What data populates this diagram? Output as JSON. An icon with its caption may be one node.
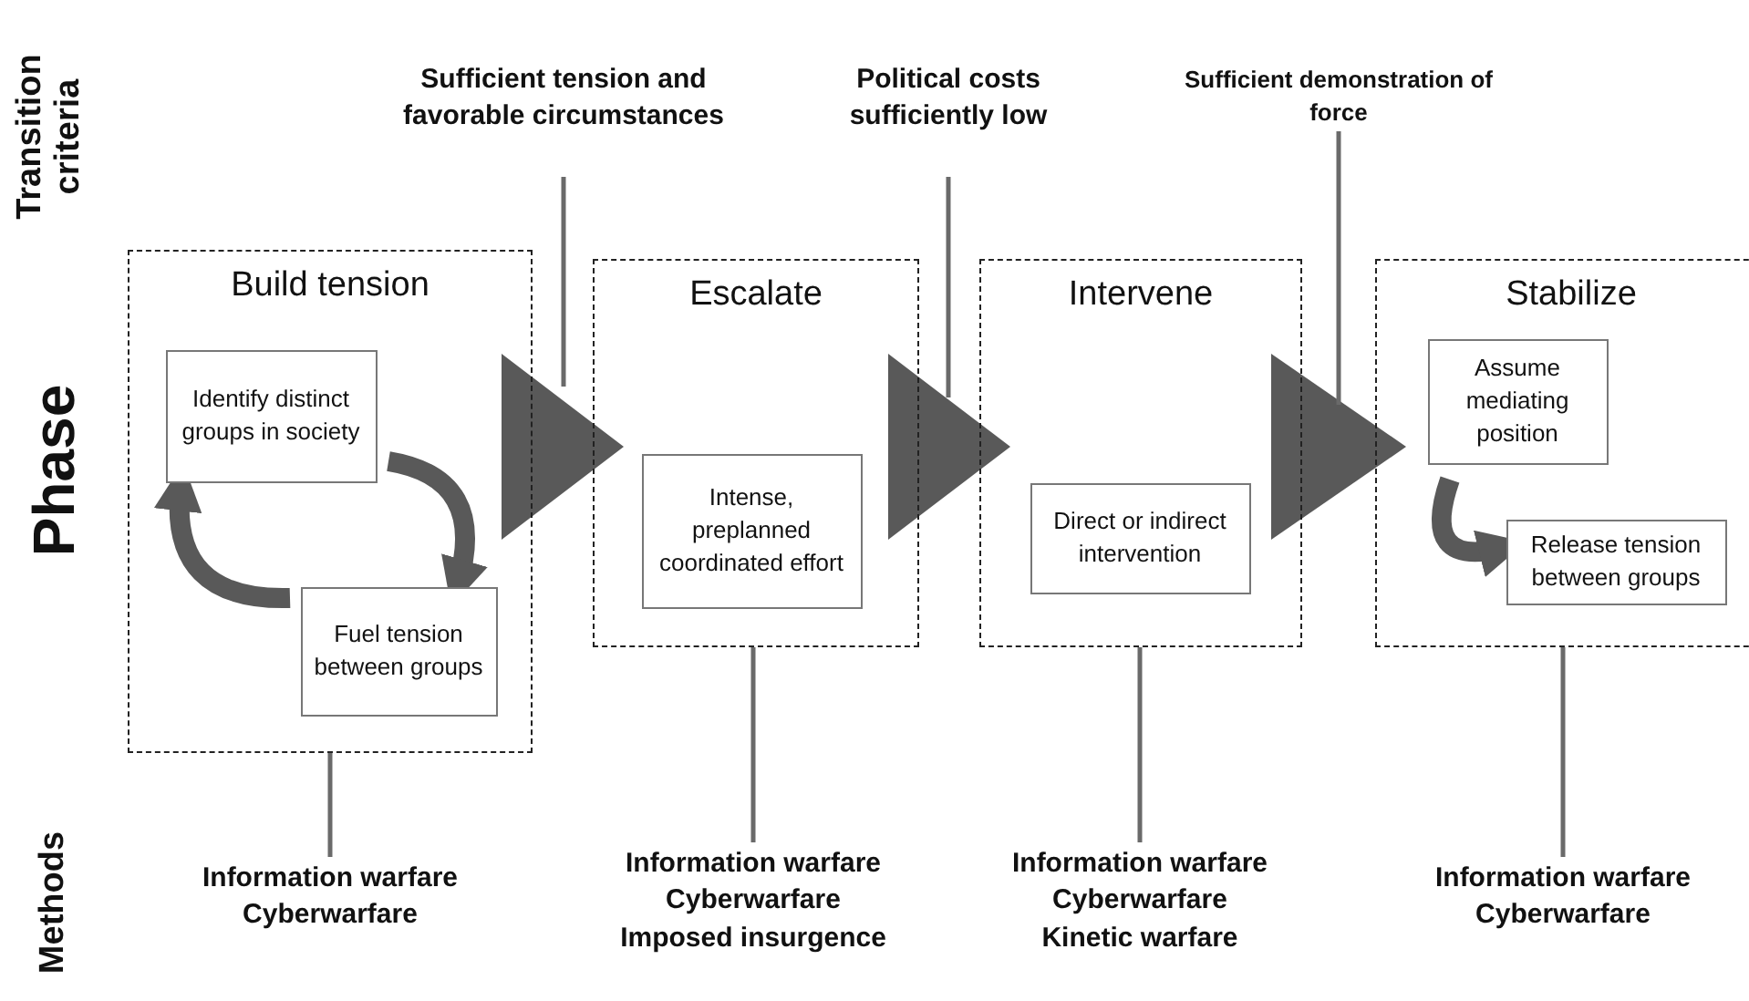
{
  "diagram": {
    "nodes": [
      {
        "text": [
          "Build tension"
        ]
      },
      {
        "text": [
          "Identify distinct groups in society"
        ],
        "in": 0
      },
      {
        "text": [
          "Fuel tension between groups"
        ],
        "in": 0
      },
      {
        "text": [
          "Escalate"
        ]
      },
      {
        "text": [
          "Intense, preplanned coordinated effort"
        ],
        "in": 3
      },
      {
        "text": [
          "Intervene"
        ]
      },
      {
        "text": [
          "Direct or indirect intervention"
        ],
        "in": 5
      },
      {
        "text": [
          "Stabilize"
        ]
      },
      {
        "text": [
          "Assume mediating position"
        ],
        "in": 7
      },
      {
        "text": [
          "Release tension between groups"
        ],
        "in": 7
      },
      {
        "text": [
          "Sufficient tension and favorable circumstances"
        ]
      },
      {
        "text": [
          "Political costs sufficiently low"
        ]
      },
      {
        "text": [
          "Sufficient demonstration of force"
        ]
      },
      {
        "text": [
          "Information warfare",
          "Cyberwarfare"
        ]
      },
      {
        "text": [
          "Information warfare",
          "Cyberwarfare",
          "Imposed insurgence"
        ]
      },
      {
        "text": [
          "Information warfare",
          "Cyberwarfare",
          "Kinetic warfare"
        ]
      },
      {
        "text": [
          "Information warfare",
          "Cyberwarfare"
        ]
      }
    ],
    "edges": [
      {
        "from": 0,
        "to": 3,
        "arrow": "to"
      },
      {
        "from": 3,
        "to": 5,
        "arrow": "to"
      },
      {
        "from": 5,
        "to": 7,
        "arrow": "to"
      },
      {
        "from": 1,
        "to": 2,
        "arrow": "to",
        "style": "thick"
      },
      {
        "from": 2,
        "to": 1,
        "arrow": "to",
        "style": "thick"
      },
      {
        "from": 8,
        "to": 9,
        "arrow": "to",
        "style": "thick"
      },
      {
        "from": 10,
        "to": null,
        "arrow": "none"
      },
      {
        "from": 11,
        "to": null,
        "arrow": "none"
      },
      {
        "from": 12,
        "to": null,
        "arrow": "none"
      },
      {
        "from": 0,
        "to": 13,
        "arrow": "none"
      },
      {
        "from": 3,
        "to": 14,
        "arrow": "none"
      },
      {
        "from": 5,
        "to": 15,
        "arrow": "none"
      },
      {
        "from": 7,
        "to": 16,
        "arrow": "none"
      }
    ],
    "labels": [
      "Transition criteria",
      "Phase",
      "Methods"
    ]
  }
}
